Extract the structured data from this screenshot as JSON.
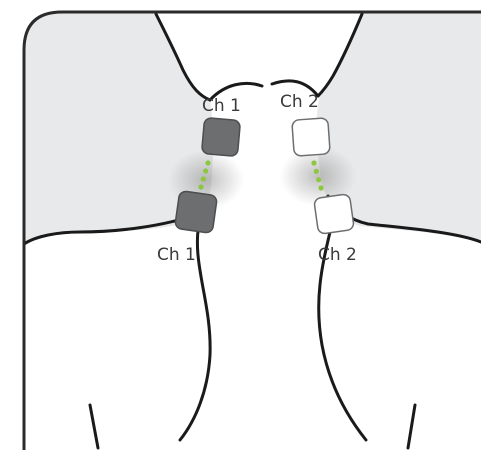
{
  "panel": {
    "background": "#e8e9ea",
    "border_color": "#2b2b2b",
    "body_fill": "#ffffff"
  },
  "electrodes": {
    "channel_1": {
      "top_label": "Ch 1",
      "bottom_label": "Ch 1",
      "pad_fill": "#6d6e70",
      "pad_stroke": "#4d4e50"
    },
    "channel_2": {
      "top_label": "Ch 2",
      "bottom_label": "Ch 2",
      "pad_fill": "#ffffff",
      "pad_stroke": "#6d6e70"
    },
    "connector_color": "#8dc63f",
    "glow_color": "#8c8c8c"
  }
}
